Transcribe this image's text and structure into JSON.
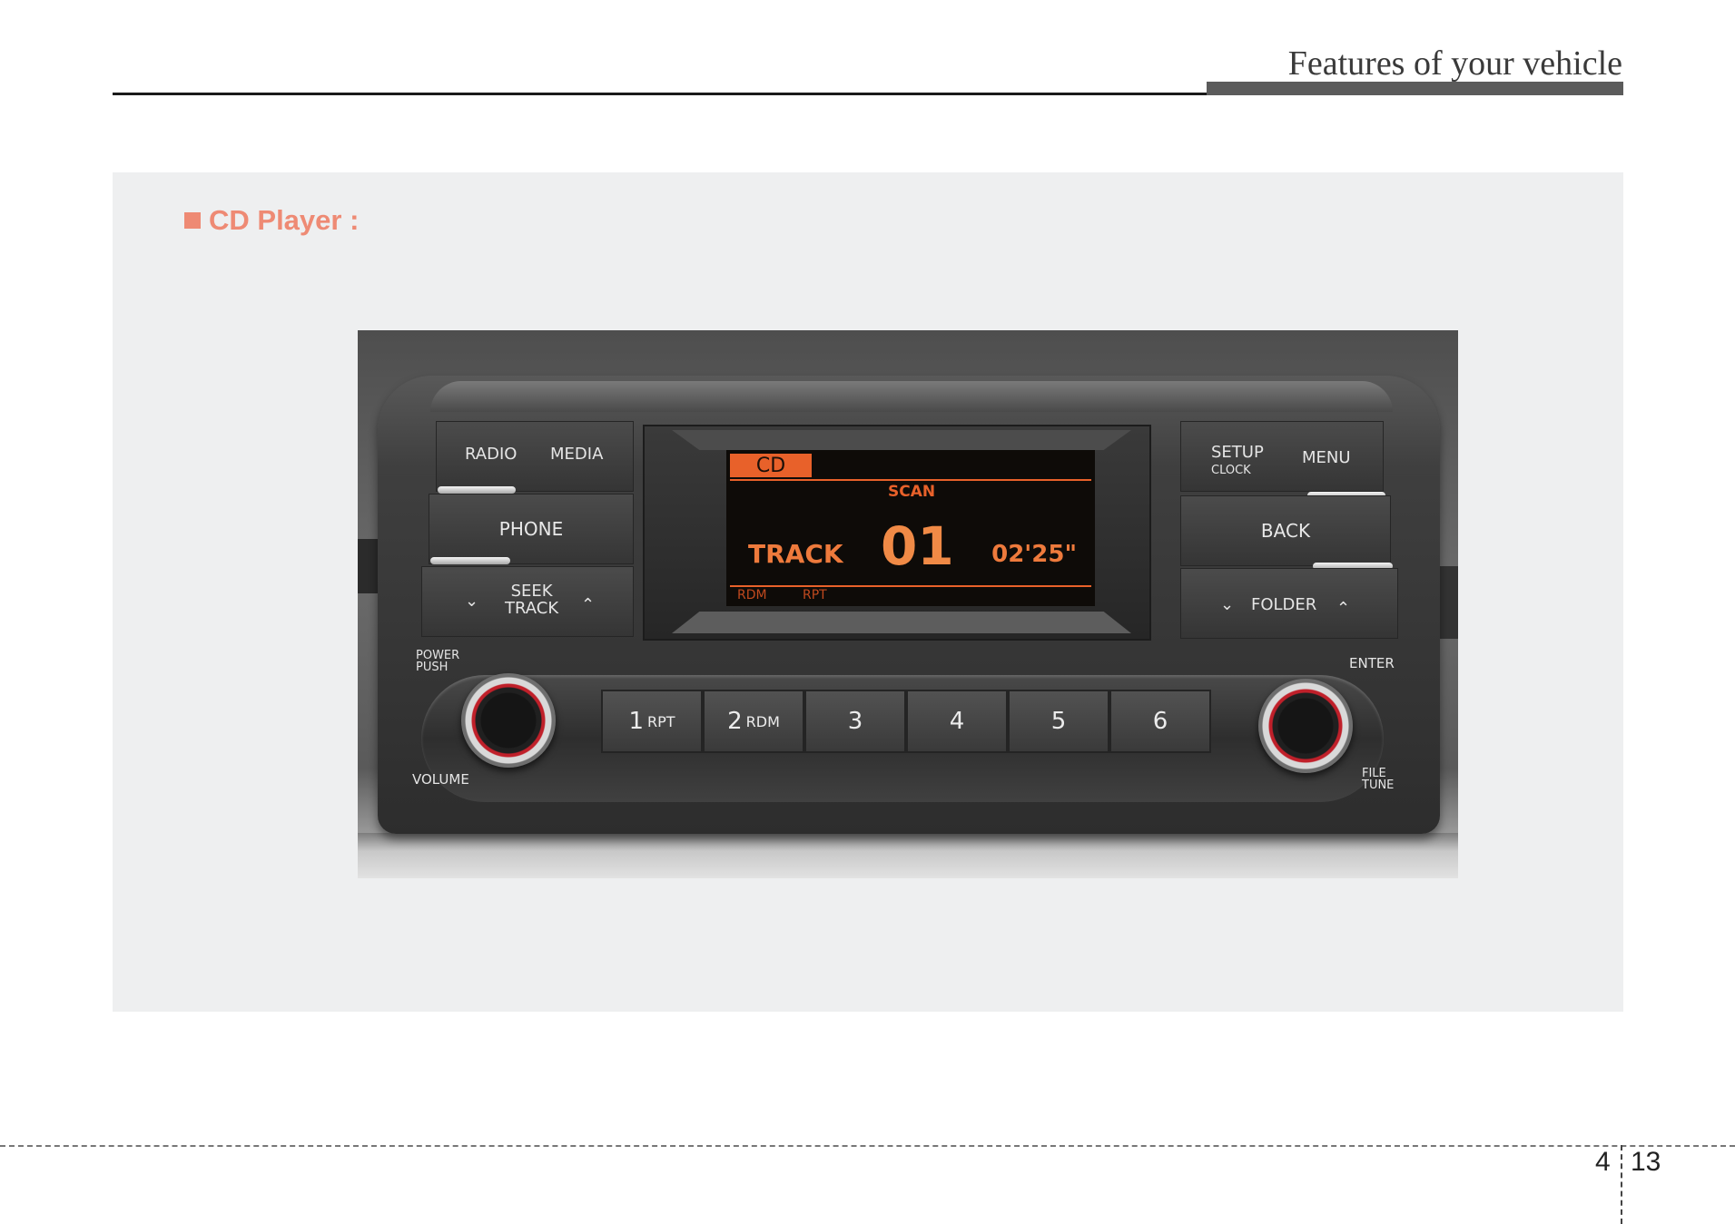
{
  "header": {
    "title": "Features of your vehicle"
  },
  "section": {
    "title": "CD Player :"
  },
  "radio": {
    "left_buttons": {
      "radio": "RADIO",
      "media": "MEDIA",
      "phone": "PHONE",
      "seek": "SEEK",
      "track": "TRACK",
      "down": "⌄",
      "up": "⌃"
    },
    "right_buttons": {
      "setup": "SETUP",
      "clock": "CLOCK",
      "menu": "MENU",
      "back": "BACK",
      "folder": "FOLDER",
      "down": "⌄",
      "up": "⌃"
    },
    "display": {
      "source": "CD",
      "mode": "SCAN",
      "track_label": "TRACK",
      "track_number": "01",
      "time": "02'25\"",
      "rdm": "RDM",
      "rpt": "RPT"
    },
    "knob_labels": {
      "power": "POWER",
      "push": "PUSH",
      "volume": "VOLUME",
      "enter": "ENTER",
      "file": "FILE",
      "tune": "TUNE"
    },
    "presets": [
      {
        "num": "1",
        "sub": "RPT"
      },
      {
        "num": "2",
        "sub": "RDM"
      },
      {
        "num": "3",
        "sub": ""
      },
      {
        "num": "4",
        "sub": ""
      },
      {
        "num": "5",
        "sub": ""
      },
      {
        "num": "6",
        "sub": ""
      }
    ]
  },
  "footer": {
    "section_number": "4",
    "page_number": "13"
  }
}
